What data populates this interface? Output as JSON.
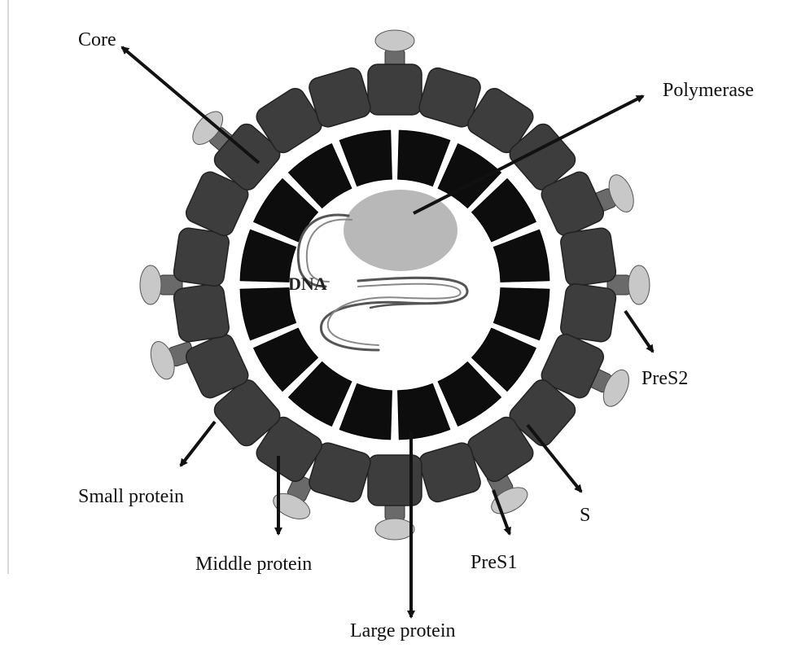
{
  "labels": {
    "core": "Core",
    "polymerase": "Polymerase",
    "dna": "DNA",
    "pres2": "PreS2",
    "small_protein": "Small protein",
    "middle_protein": "Middle protein",
    "large_protein": "Large protein",
    "pres1": "PreS1",
    "s": "S"
  },
  "colors": {
    "envelope_block": "#3d3d3d",
    "core_block": "#0d0d0d",
    "polymerase": "#b8b8b8",
    "pres1": "#c8c8c8",
    "pres2_stem": "#6a6a6a",
    "arrow": "#111111",
    "dna_strand": "#555555"
  }
}
